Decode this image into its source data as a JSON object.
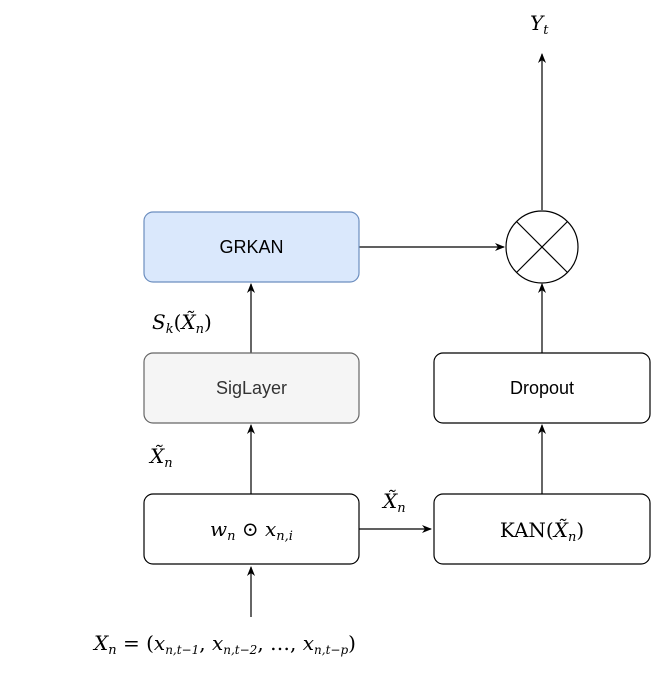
{
  "diagram": {
    "nodes": {
      "grkan": {
        "label": "GRKAN",
        "fill": "#dae8fc",
        "stroke": "#6c8ebf"
      },
      "siglayer": {
        "label": "SigLayer",
        "fill": "#f5f5f5",
        "stroke": "#666666"
      },
      "dropout": {
        "label": "Dropout",
        "fill": "#ffffff",
        "stroke": "#000000"
      },
      "weight": {
        "label": "w_n ⊙ x_{n,i}",
        "fill": "#ffffff",
        "stroke": "#000000"
      },
      "kan": {
        "label": "KAN(X̃_n)",
        "fill": "#ffffff",
        "stroke": "#000000"
      },
      "product": {
        "label": "⊗",
        "fill": "#ffffff",
        "stroke": "#000000"
      }
    },
    "labels": {
      "output": "Y_t",
      "signature": "S_k(X̃_n)",
      "x_tilde_left": "X̃_n",
      "x_tilde_mid": "X̃_n",
      "input": "X_n = (x_{n,t−1}, x_{n,t−2}, …, x_{n,t−p})"
    },
    "edges": [
      {
        "from": "input",
        "to": "weight"
      },
      {
        "from": "weight",
        "to": "siglayer"
      },
      {
        "from": "siglayer",
        "to": "grkan"
      },
      {
        "from": "weight",
        "to": "kan"
      },
      {
        "from": "kan",
        "to": "dropout"
      },
      {
        "from": "dropout",
        "to": "product"
      },
      {
        "from": "grkan",
        "to": "product"
      },
      {
        "from": "product",
        "to": "output"
      }
    ]
  }
}
